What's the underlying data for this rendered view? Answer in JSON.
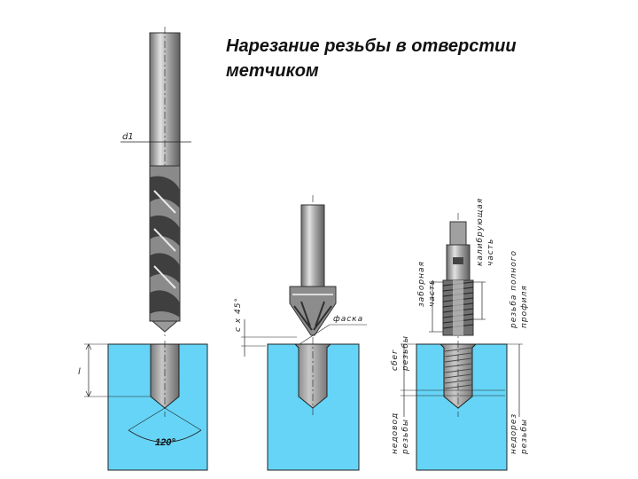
{
  "title": "Нарезание резьбы в отверстии метчиком",
  "labels": {
    "d1": "d1",
    "l": "l",
    "angle": "120°",
    "chamfer_dim": "c x 45°",
    "chamfer": "фаска",
    "intake_part_1": "заборная",
    "intake_part_2": "часть",
    "calibrating_part_1": "калибрующая",
    "calibrating_part_2": "часть",
    "full_profile_1": "резьба полного",
    "full_profile_2": "профиля",
    "runout_1": "сбег",
    "runout_2": "резьбы",
    "undercut_left_1": "недовод",
    "undercut_left_2": "резьбы",
    "undercut_right_1": "недорез",
    "undercut_right_2": "резьбы"
  },
  "colors": {
    "workpiece": "#66d4f6",
    "tool_dark": "#6f6f6f",
    "tool_mid": "#9a9a9a",
    "tool_light": "#d8d8d8",
    "line": "#222222"
  }
}
